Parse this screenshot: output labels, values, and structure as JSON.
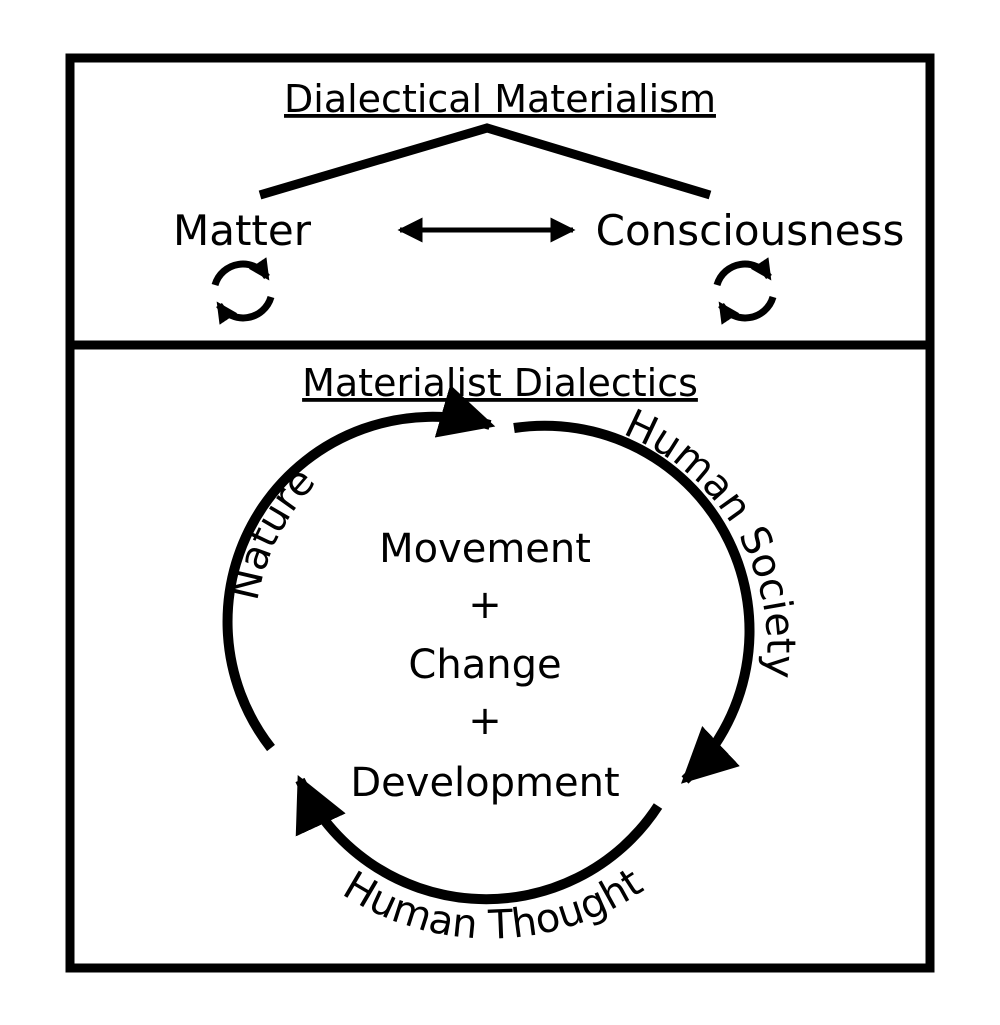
{
  "top_panel": {
    "title": "Dialectical Materialism",
    "left_term": "Matter",
    "right_term": "Consciousness",
    "left_cycle_icon": "refresh-cycle-icon",
    "right_cycle_icon": "refresh-cycle-icon",
    "connector_icon": "double-headed-arrow-icon"
  },
  "bottom_panel": {
    "title": "Materialist Dialectics",
    "center_lines": [
      "Movement",
      "+",
      "Change",
      "+",
      "Development"
    ],
    "cycle_labels": {
      "left": "Nature",
      "right": "Human Society",
      "bottom": "Human Thought"
    }
  },
  "colors": {
    "stroke": "#000000",
    "background": "#ffffff"
  }
}
